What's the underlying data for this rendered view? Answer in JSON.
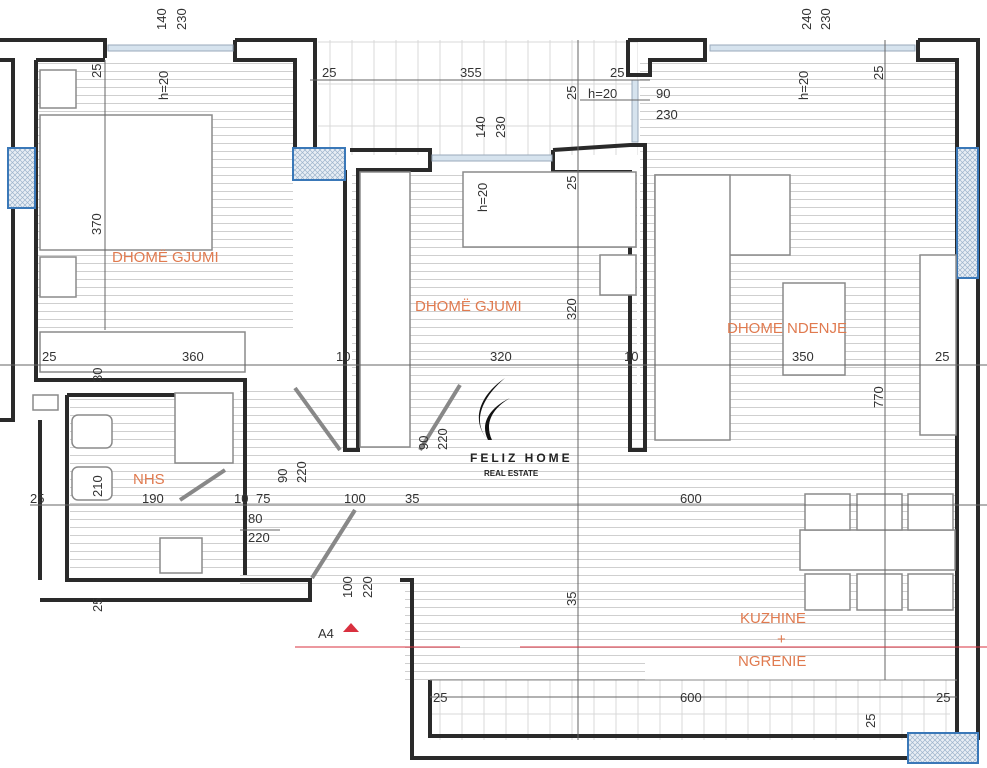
{
  "rooms": {
    "bedroom_1": "DHOMË GJUMI",
    "bedroom_2": "DHOMË GJUMI",
    "living_room": "DHOME NDENJE",
    "bathroom": "NHS",
    "kitchen_line1": "KUZHINE",
    "kitchen_line2": "+",
    "kitchen_line3": "NGRENIE"
  },
  "logo": {
    "name": "FELIZ HOME",
    "tagline": "REAL ESTATE"
  },
  "section_mark": "A4",
  "colors": {
    "room_label": "#e07a4f",
    "column": "#3a78b8",
    "section_marker": "#d9303f",
    "wall": "#2a2a2a"
  },
  "dimensions": {
    "w1_width": "140",
    "w1_height": "230",
    "w1_sill": "h=20",
    "w2_width": "140",
    "w2_height": "230",
    "w2_sill": "h=20",
    "w3_width": "240",
    "w3_height": "230",
    "w3_sill": "h=20",
    "w4_width": "90",
    "w4_height": "230",
    "w4_sill": "h=20",
    "bed1_wall_top": "25",
    "bed1_depth": "370",
    "bed1_width": "360",
    "bed1_wall_left": "25",
    "balcony_width": "355",
    "balcony_wall": "25",
    "balcony_wall_2": "25",
    "balcony_side": "25",
    "bed2_wall_top": "25",
    "bed2_depth": "320",
    "bed2_width": "320",
    "bed2_wall_l": "10",
    "bed2_wall_r": "10",
    "living_width": "350",
    "living_wall_r": "25",
    "living_depth": "770",
    "living_wall_top": "25",
    "bath_wall": "30",
    "bath_dim": "210",
    "bath_width": "190",
    "bath_wall_l": "25",
    "bath_wall_b": "25",
    "hall_10": "10",
    "hall_75": "75",
    "hall_100": "100",
    "hall_35": "35",
    "kitchen_width": "600",
    "door_bath_w": "80",
    "door_bath_h": "220",
    "door_a_w": "90",
    "door_a_h": "220",
    "door_b_w": "90",
    "door_b_h": "220",
    "entry_w": "100",
    "entry_h": "220",
    "kitchen_depth": "35",
    "bottom_width": "600",
    "bottom_wall_l": "25",
    "bottom_wall_r": "25",
    "bottom_wall_v": "25"
  }
}
